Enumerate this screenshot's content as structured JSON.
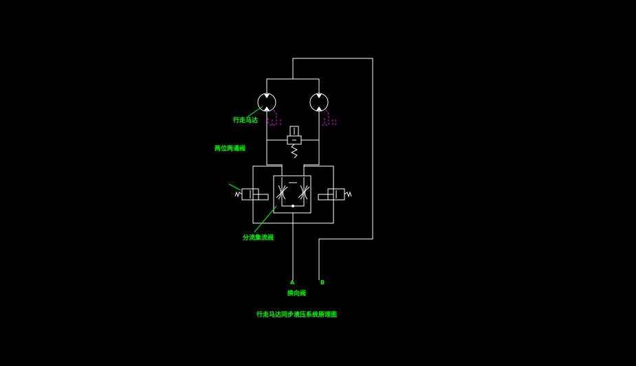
{
  "colors": {
    "background": "#000000",
    "line": "#ffffff",
    "label": "#00ff00",
    "drain": "#ff00ff"
  },
  "labels": {
    "motor": "行走马达",
    "two_position_valve": "两位两通阀",
    "divider_valve": "分流集流阀",
    "multi_way_valve": "换向阀",
    "title": "行走马达同步液压系统原理图",
    "port_a": "A",
    "port_b": "B"
  }
}
